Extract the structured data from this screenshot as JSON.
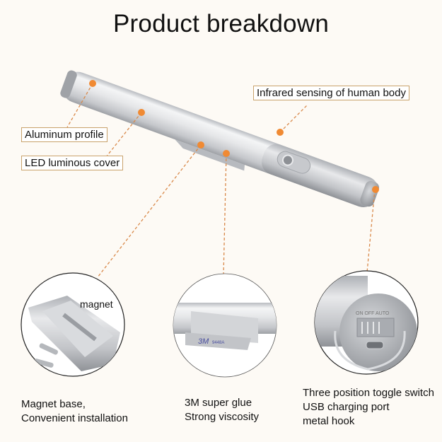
{
  "title": "Product breakdown",
  "colors": {
    "background": "#fdfaf5",
    "accent_dot": "#f08a33",
    "leader_line": "#d9894a",
    "label_border": "#c9a26b",
    "metal": "#c9cbcf"
  },
  "callouts": {
    "infrared": "Infrared sensing of human body",
    "aluminum": "Aluminum profile",
    "led_cover": "LED luminous cover"
  },
  "details": [
    {
      "id": "magnet-base",
      "inner_label": "magnet",
      "caption_lines": [
        "Magnet base,",
        "Convenient installation"
      ]
    },
    {
      "id": "3m-glue",
      "sticker_text": "3M",
      "sticker_code": "9448A",
      "caption_lines": [
        "3M super glue",
        "Strong viscosity"
      ]
    },
    {
      "id": "end-cap",
      "switch_text": "ON OFF AUTO",
      "caption_lines": [
        "Three position toggle switch",
        "USB charging port",
        "metal hook"
      ]
    }
  ]
}
